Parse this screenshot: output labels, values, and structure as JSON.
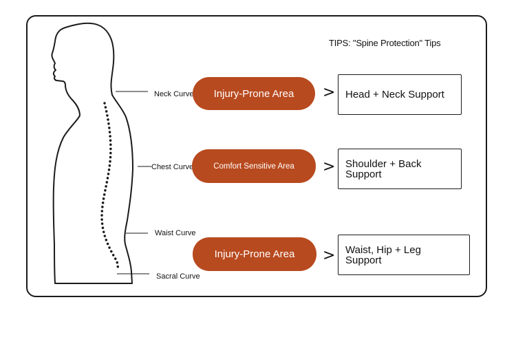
{
  "tips": "TIPS: \"Spine Protection\" Tips",
  "curves": [
    {
      "label": "Neck Curve"
    },
    {
      "label": "Chest Curve"
    },
    {
      "label": "Waist Curve"
    },
    {
      "label": "Sacral Curve"
    }
  ],
  "rows": [
    {
      "area": "Injury-Prone Area",
      "arrow": ">",
      "support": "Head + Neck Support"
    },
    {
      "area": "Comfort Sensitive Area",
      "arrow": ">",
      "support": "Shoulder + Back Support"
    },
    {
      "area": "Injury-Prone Area",
      "arrow": ">",
      "support": "Waist, Hip + Leg Support"
    }
  ],
  "colors": {
    "pill": "#b84a1f",
    "outline": "#1a1a1a"
  }
}
